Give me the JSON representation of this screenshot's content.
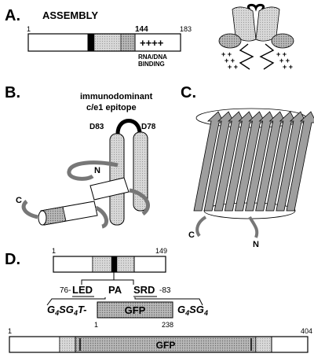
{
  "panels": {
    "a": {
      "letter": "A.",
      "title": "ASSEMBLY",
      "num_start": "1",
      "num_mid": "144",
      "num_end": "183",
      "plus_signs": "++++",
      "binding_line1": "RNA/DNA",
      "binding_line2": "BINDING",
      "side_plus": "+ +\n+ +\n+ +"
    },
    "b": {
      "letter": "B.",
      "epitope_line1": "immunodominant",
      "epitope_line2": "c/e1 epitope",
      "label_left": "D83",
      "label_right": "D78",
      "n_label": "N",
      "c_label": "C"
    },
    "c": {
      "letter": "C.",
      "c_label": "C",
      "n_label": "N"
    },
    "d": {
      "letter": "D.",
      "num_start": "1",
      "num_end": "149",
      "left_motif_prefix": "76-",
      "left_motif": "LED",
      "center_motif": "PA",
      "right_motif": "SRD",
      "right_motif_suffix": "-83",
      "linker_left": "G4SG4T",
      "gfp_label": "GFP",
      "linker_right": "G4SG4",
      "gfp_num_start": "1",
      "gfp_num_end": "238",
      "full_num_start": "1",
      "full_num_end": "404",
      "full_gfp_label": "GFP"
    }
  }
}
